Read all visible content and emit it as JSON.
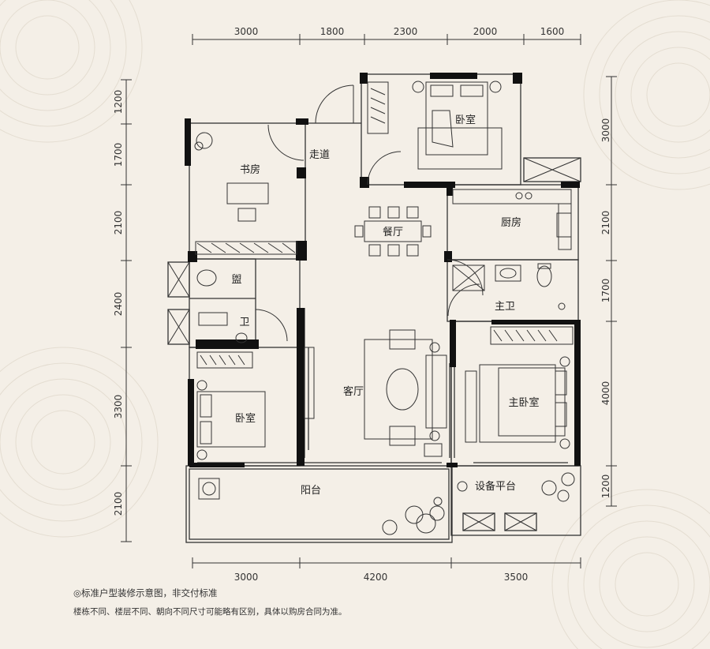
{
  "colors": {
    "background": "#f4efe7",
    "pattern": "#e4ddd1",
    "wall": "#111111",
    "line": "#333333"
  },
  "dimensions": {
    "top": [
      "3000",
      "1800",
      "2300",
      "2000",
      "1600"
    ],
    "bottom": [
      "3000",
      "4200",
      "3500"
    ],
    "left": [
      "1200",
      "1700",
      "2100",
      "2400",
      "3300",
      "2100"
    ],
    "right": [
      "3000",
      "2100",
      "1700",
      "4000",
      "1200"
    ]
  },
  "rooms": {
    "bedroom_top": "卧室",
    "corridor": "走道",
    "study": "书房",
    "dining": "餐厅",
    "kitchen": "厨房",
    "washroom": "盥",
    "bathroom": "卫",
    "master_bath": "主卫",
    "living": "客厅",
    "bedroom_left": "卧室",
    "master_bedroom": "主卧室",
    "balcony": "阳台",
    "equipment_platform": "设备平台"
  },
  "notes": {
    "line1": "◎标准户型装修示意图，非交付标准",
    "line2": "楼栋不同、楼层不同、朝向不同尺寸可能略有区别，具体以购房合同为准。"
  }
}
